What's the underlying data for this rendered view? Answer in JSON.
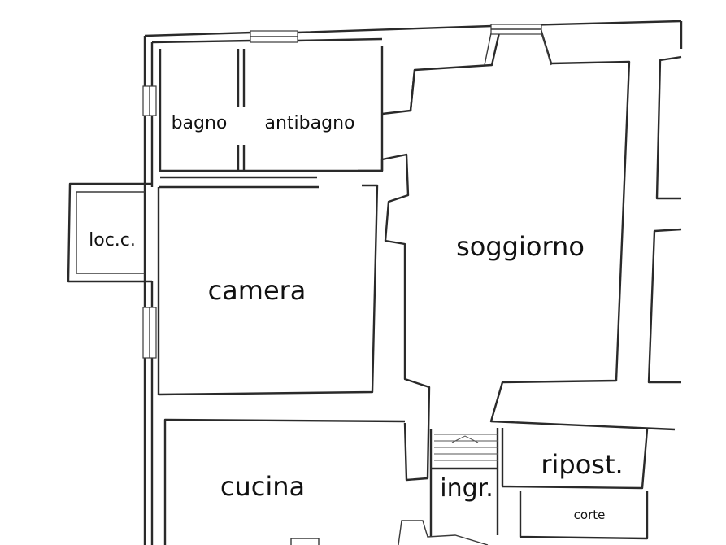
{
  "rooms": {
    "bagno": "bagno",
    "antibagno": "antibagno",
    "loc_c": "loc.c.",
    "camera": "camera",
    "soggiorno": "soggiorno",
    "cucina": "cucina",
    "ingresso": "ingr.",
    "ripostiglio": "ripost.",
    "corte": "corte"
  }
}
